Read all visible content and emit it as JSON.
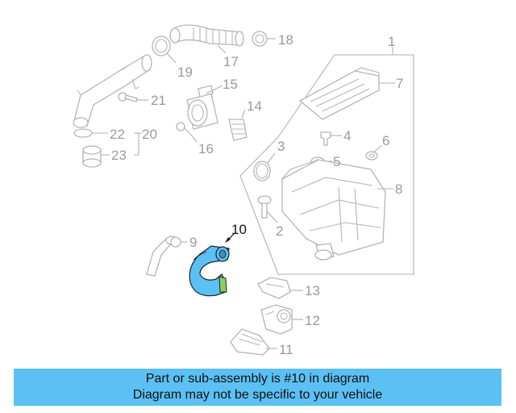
{
  "callouts": {
    "c1": "1",
    "c2": "2",
    "c3": "3",
    "c4": "4",
    "c5": "5",
    "c6": "6",
    "c7": "7",
    "c8": "8",
    "c9": "9",
    "c10": "10",
    "c11": "11",
    "c12": "12",
    "c13": "13",
    "c14": "14",
    "c15": "15",
    "c16": "16",
    "c17": "17",
    "c18": "18",
    "c19": "19",
    "c20": "20",
    "c21": "21",
    "c22": "22",
    "c23": "23"
  },
  "banner": {
    "line1": "Part or sub-assembly is #10 in diagram",
    "line2": "Diagram may not be specific to your vehicle"
  },
  "colors": {
    "highlight": "#5bc0f3",
    "banner_bg": "#5bc0f3",
    "ghost": "#b4b4b4"
  }
}
